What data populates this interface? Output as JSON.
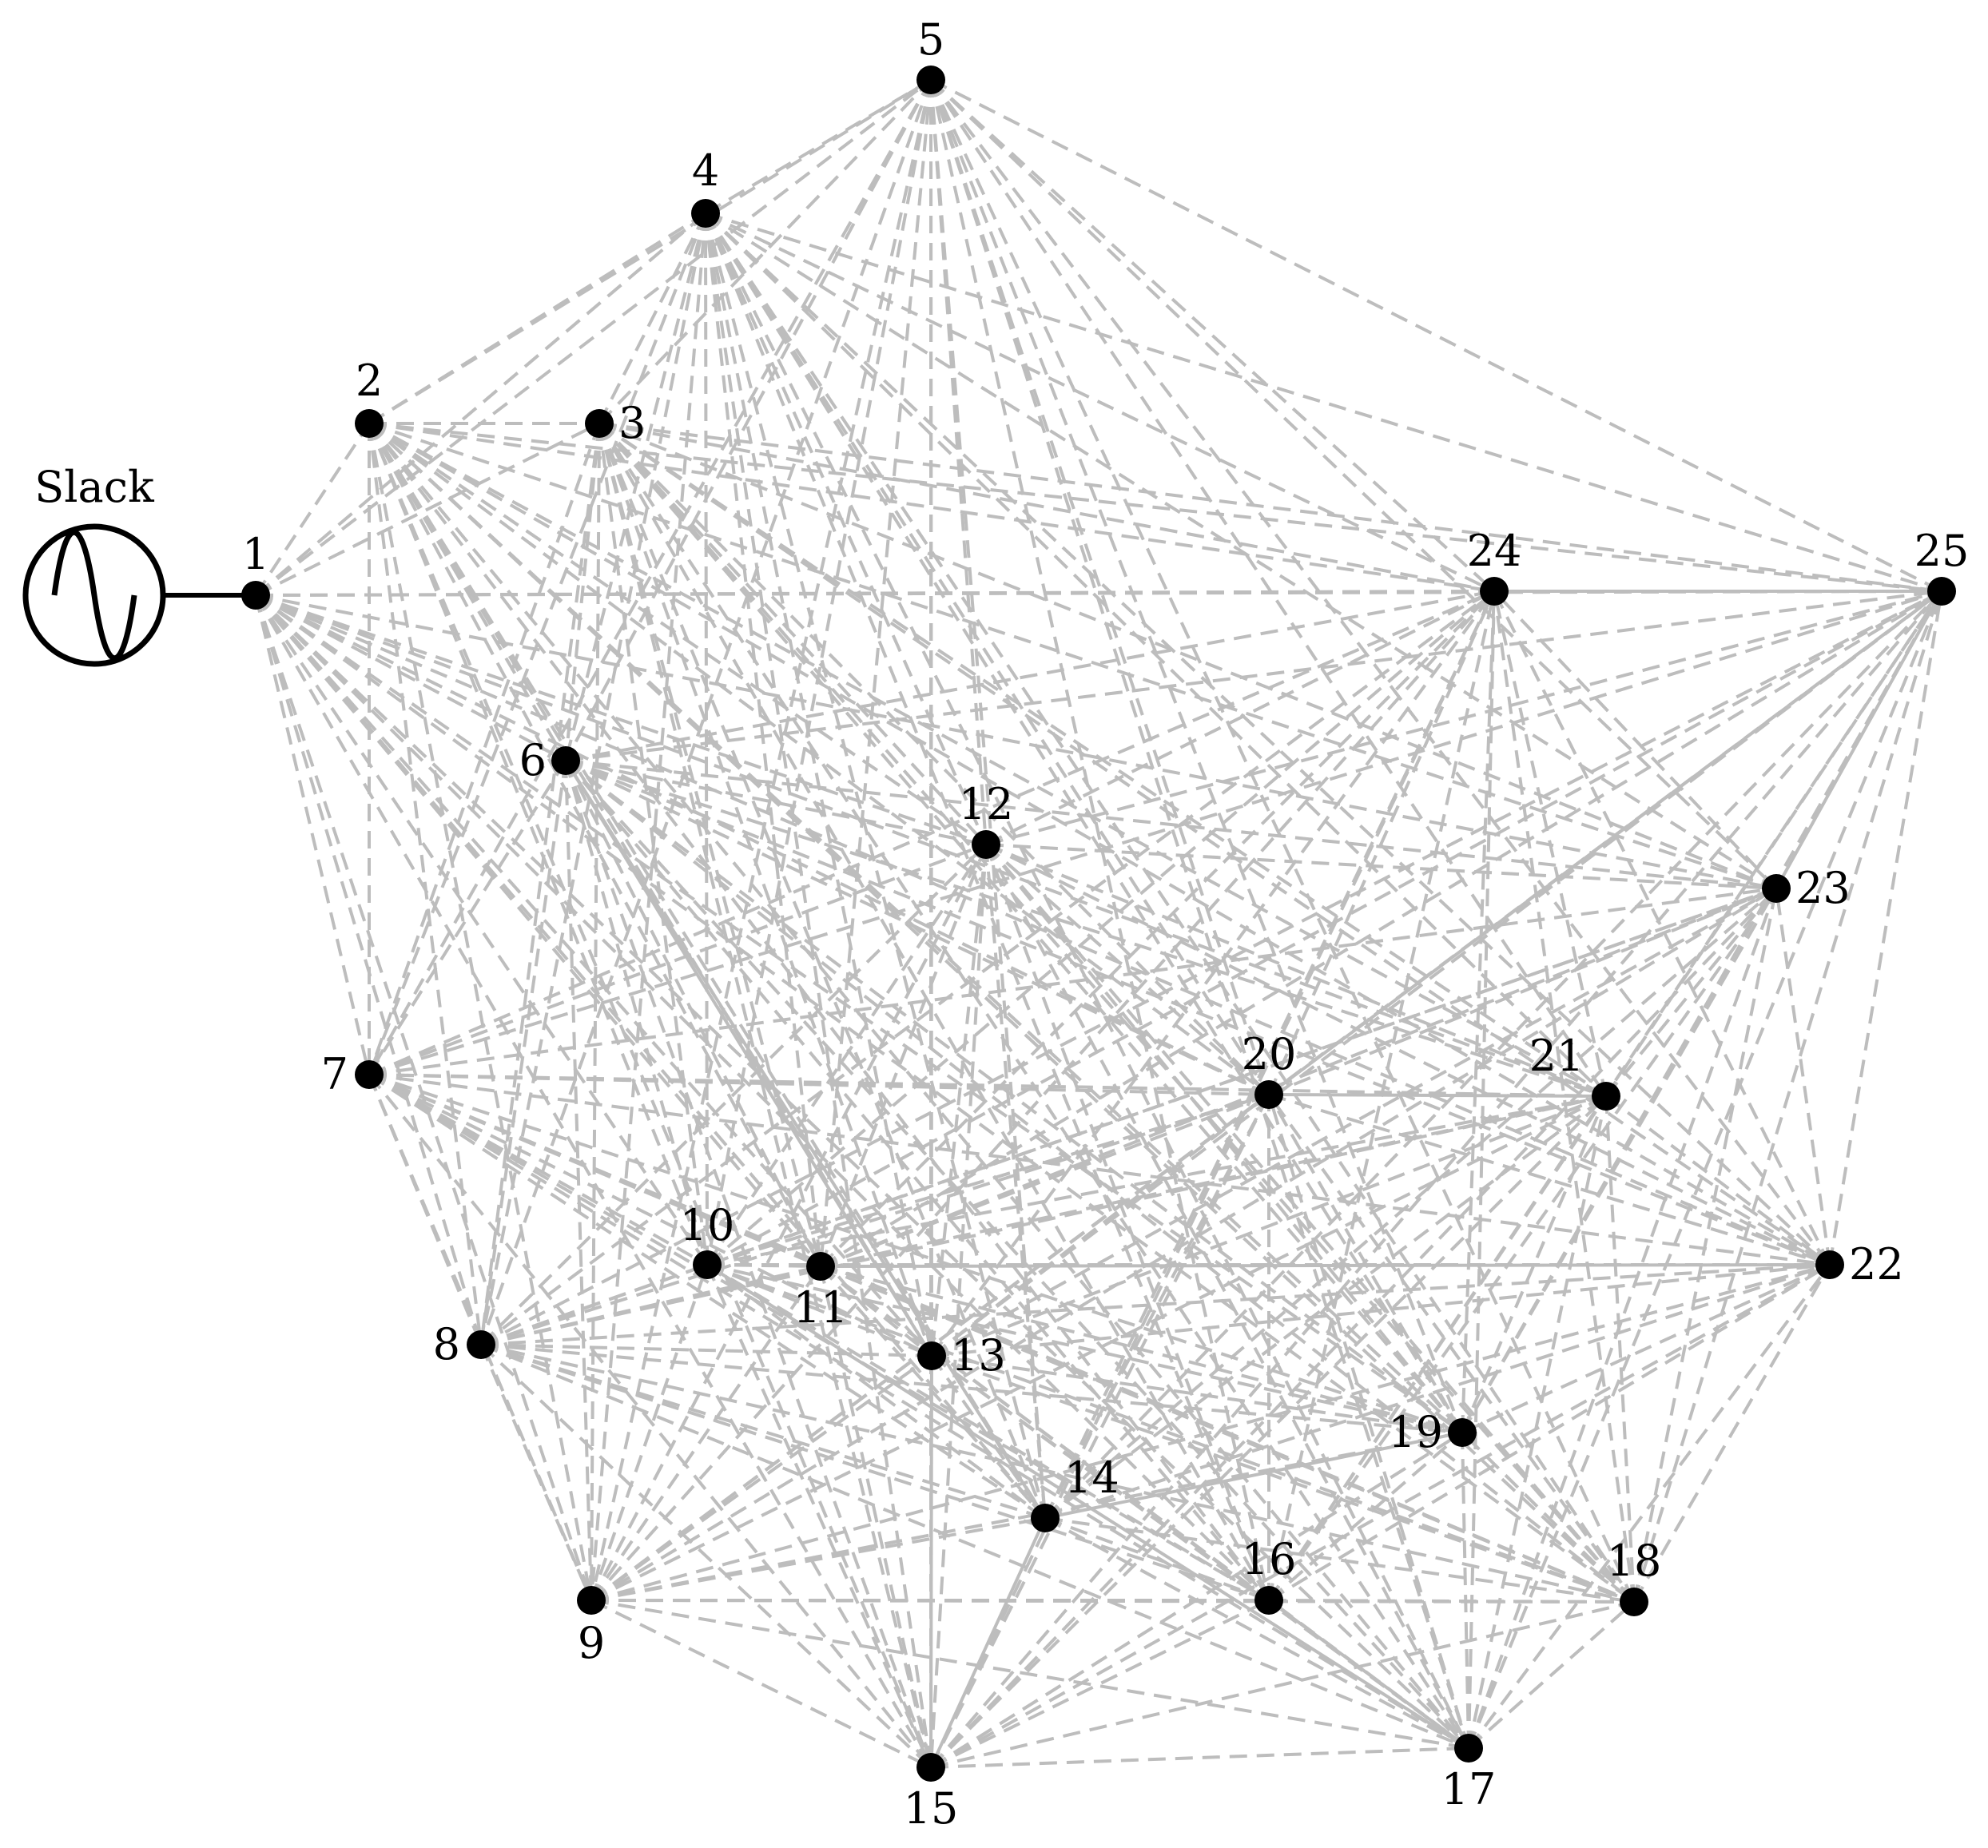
{
  "slack": {
    "label": "Slack",
    "connects_to": "1"
  },
  "colors": {
    "edge": "#bdbdbd",
    "node": "#000000",
    "background": "#ffffff"
  },
  "nodes": [
    {
      "id": "1",
      "label": "1"
    },
    {
      "id": "2",
      "label": "2"
    },
    {
      "id": "3",
      "label": "3"
    },
    {
      "id": "4",
      "label": "4"
    },
    {
      "id": "5",
      "label": "5"
    },
    {
      "id": "6",
      "label": "6"
    },
    {
      "id": "7",
      "label": "7"
    },
    {
      "id": "8",
      "label": "8"
    },
    {
      "id": "9",
      "label": "9"
    },
    {
      "id": "10",
      "label": "10"
    },
    {
      "id": "11",
      "label": "11"
    },
    {
      "id": "12",
      "label": "12"
    },
    {
      "id": "13",
      "label": "13"
    },
    {
      "id": "14",
      "label": "14"
    },
    {
      "id": "15",
      "label": "15"
    },
    {
      "id": "16",
      "label": "16"
    },
    {
      "id": "17",
      "label": "17"
    },
    {
      "id": "18",
      "label": "18"
    },
    {
      "id": "19",
      "label": "19"
    },
    {
      "id": "20",
      "label": "20"
    },
    {
      "id": "21",
      "label": "21"
    },
    {
      "id": "22",
      "label": "22"
    },
    {
      "id": "23",
      "label": "23"
    },
    {
      "id": "24",
      "label": "24"
    },
    {
      "id": "25",
      "label": "25"
    }
  ],
  "solid_edges": [
    [
      "24",
      "25"
    ],
    [
      "6",
      "13"
    ],
    [
      "6",
      "14"
    ],
    [
      "10",
      "17"
    ],
    [
      "13",
      "15"
    ],
    [
      "14",
      "19"
    ],
    [
      "16",
      "17"
    ],
    [
      "20",
      "21"
    ],
    [
      "11",
      "22"
    ],
    [
      "20",
      "25"
    ],
    [
      "23",
      "25"
    ],
    [
      "14",
      "15"
    ]
  ],
  "dashed_edges": "all other node pairs"
}
